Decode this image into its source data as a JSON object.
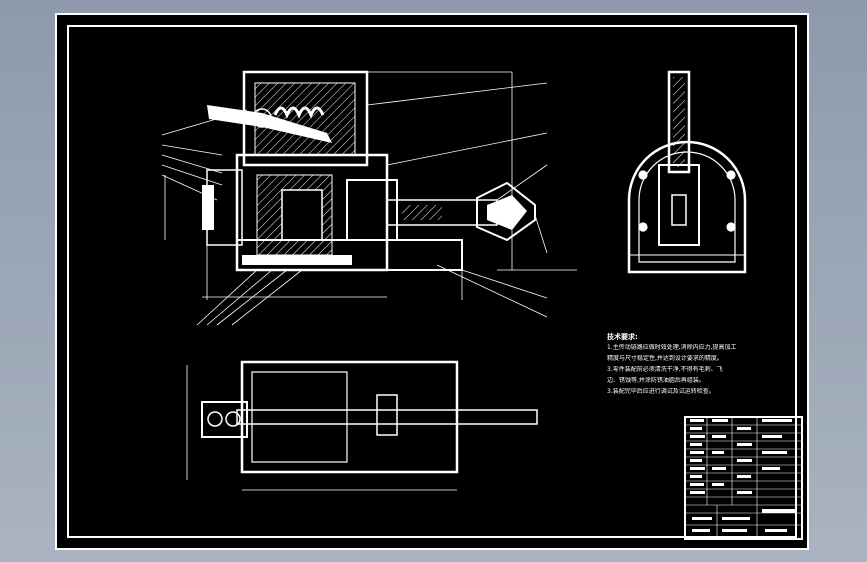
{
  "colors": {
    "background": "#8e9aab",
    "sheet": "#000000",
    "ink": "#ffffff"
  },
  "technical_requirements": {
    "title": "技术要求:",
    "lines": [
      "1.主传动链路应做时效处理,消除内应力,提高加工",
      "精度与尺寸稳定性,并达到设计要求的精度。",
      "3.零件装配前必须清洗干净,不得有毛刺、飞",
      "边、锈蚀等,并涂防锈油脂后再组装。",
      "3.装配完毕后应进行调试及试运转检查。"
    ]
  }
}
